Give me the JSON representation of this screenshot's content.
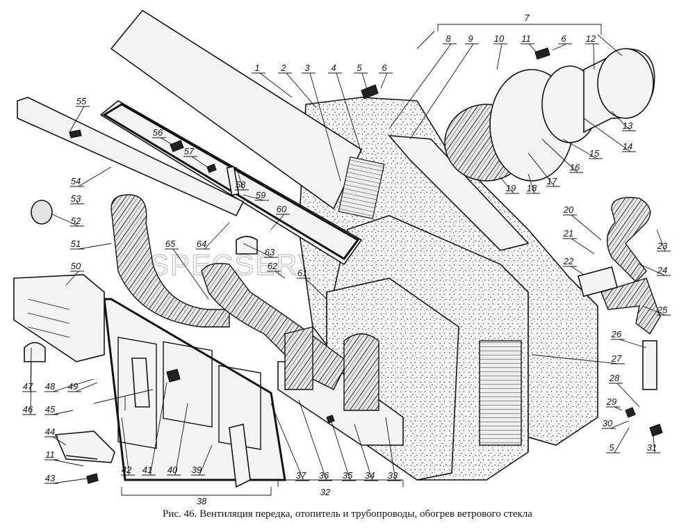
{
  "figure": {
    "caption": "Рис. 46. Вентиляция передка, отопитель и трубопроводы, обогрев ветрового стекла",
    "watermark": "SPECSERVER.COM"
  },
  "callouts": [
    {
      "label": "1"
    },
    {
      "label": "2"
    },
    {
      "label": "3"
    },
    {
      "label": "4"
    },
    {
      "label": "5"
    },
    {
      "label": "6"
    },
    {
      "label": "7"
    },
    {
      "label": "8"
    },
    {
      "label": "9"
    },
    {
      "label": "10"
    },
    {
      "label": "11"
    },
    {
      "label": "6"
    },
    {
      "label": "12"
    },
    {
      "label": "13"
    },
    {
      "label": "14"
    },
    {
      "label": "15"
    },
    {
      "label": "16"
    },
    {
      "label": "17"
    },
    {
      "label": "18"
    },
    {
      "label": "19"
    },
    {
      "label": "20"
    },
    {
      "label": "21"
    },
    {
      "label": "22"
    },
    {
      "label": "23"
    },
    {
      "label": "24"
    },
    {
      "label": "25"
    },
    {
      "label": "26"
    },
    {
      "label": "27"
    },
    {
      "label": "28"
    },
    {
      "label": "29"
    },
    {
      "label": "30"
    },
    {
      "label": "5"
    },
    {
      "label": "31"
    },
    {
      "label": "32"
    },
    {
      "label": "33"
    },
    {
      "label": "34"
    },
    {
      "label": "35"
    },
    {
      "label": "36"
    },
    {
      "label": "37"
    },
    {
      "label": "38"
    },
    {
      "label": "39"
    },
    {
      "label": "40"
    },
    {
      "label": "41"
    },
    {
      "label": "42"
    },
    {
      "label": "43"
    },
    {
      "label": "11"
    },
    {
      "label": "44"
    },
    {
      "label": "45"
    },
    {
      "label": "46"
    },
    {
      "label": "47"
    },
    {
      "label": "48"
    },
    {
      "label": "49"
    },
    {
      "label": "50"
    },
    {
      "label": "51"
    },
    {
      "label": "52"
    },
    {
      "label": "53"
    },
    {
      "label": "54"
    },
    {
      "label": "55"
    },
    {
      "label": "56"
    },
    {
      "label": "57"
    },
    {
      "label": "58"
    },
    {
      "label": "59"
    },
    {
      "label": "60"
    },
    {
      "label": "61"
    },
    {
      "label": "62"
    },
    {
      "label": "63"
    },
    {
      "label": "64"
    },
    {
      "label": "65"
    }
  ]
}
